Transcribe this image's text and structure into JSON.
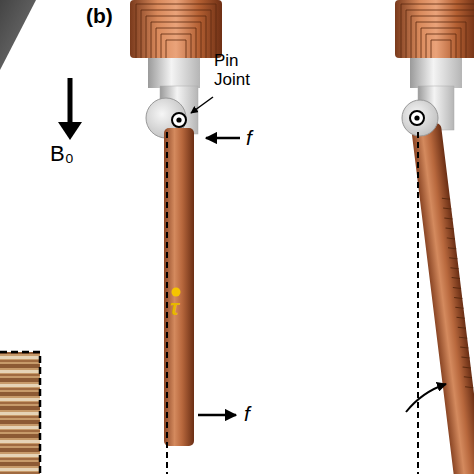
{
  "diagram": {
    "labels": [
      "(b)",
      "Pin Joint",
      "f",
      "f",
      "B₀",
      "τ"
    ]
  }
}
